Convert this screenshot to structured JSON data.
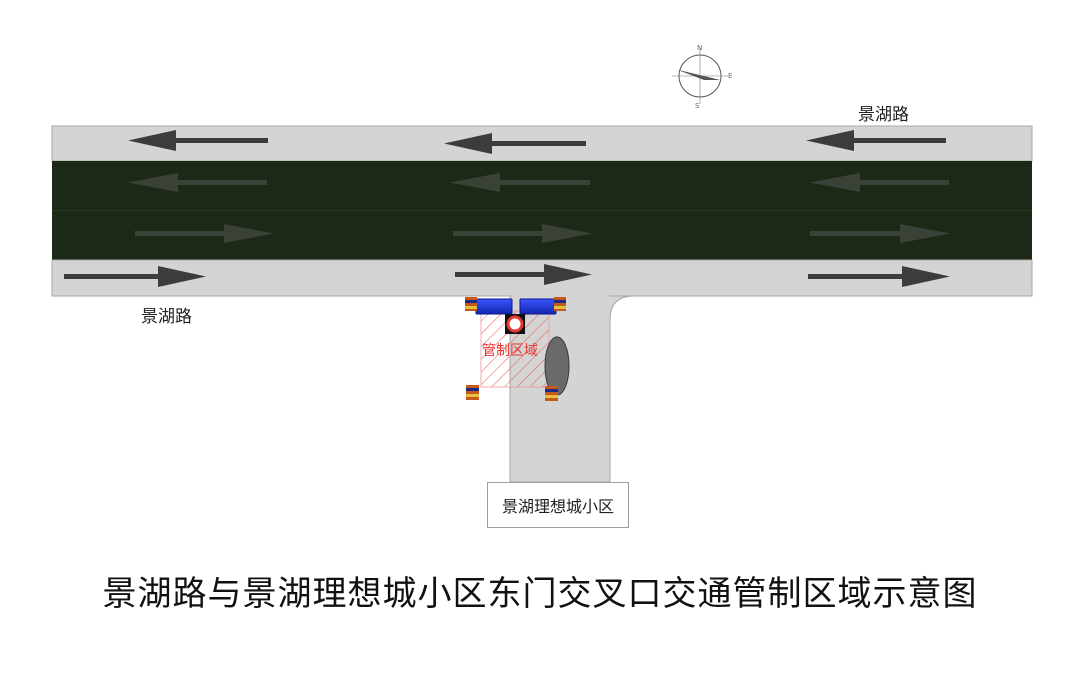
{
  "road": {
    "label_top": "景湖路",
    "label_bottom": "景湖路",
    "colors": {
      "sidewalk": "#d4d4d4",
      "lane": "#1c2916",
      "arrow": "#3c3c3c",
      "barrier": "#1f3bd6",
      "zone": "#e53935"
    }
  },
  "control_zone": {
    "label": "管制区域"
  },
  "community": {
    "label": "景湖理想城小区"
  },
  "compass": {
    "icon": "compass-icon",
    "letters": {
      "north": "N",
      "east": "E",
      "south": "S"
    }
  },
  "caption": "景湖路与景湖理想城小区东门交叉口交通管制区域示意图"
}
